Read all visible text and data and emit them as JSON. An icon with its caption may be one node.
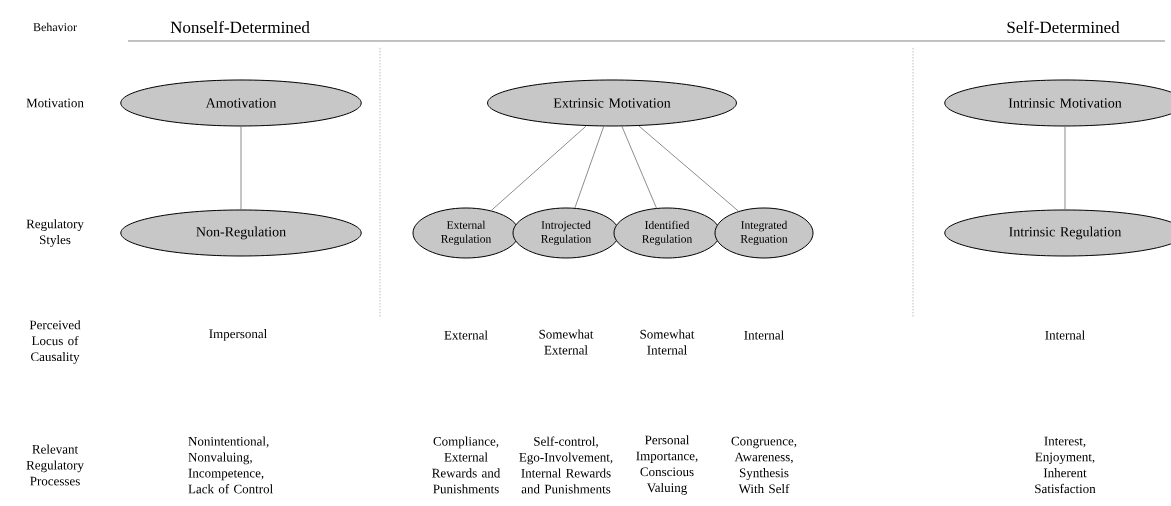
{
  "diagram": {
    "nodes": [
      {
        "text": [
          "Amotivation"
        ]
      },
      {
        "text": [
          "Extrinsic Motivation"
        ]
      },
      {
        "text": [
          "Intrinsic Motivation"
        ]
      },
      {
        "text": [
          "Non-Regulation"
        ]
      },
      {
        "text": [
          "External Regulation"
        ]
      },
      {
        "text": [
          "Introjected Regulation"
        ]
      },
      {
        "text": [
          "Identified Regulation"
        ]
      },
      {
        "text": [
          "Integrated Reguation"
        ]
      },
      {
        "text": [
          "Intrinsic Regulation"
        ]
      }
    ],
    "edges": [
      {
        "from": 0,
        "to": 3,
        "arrow": "none"
      },
      {
        "from": 1,
        "to": 4,
        "arrow": "none"
      },
      {
        "from": 1,
        "to": 5,
        "arrow": "none"
      },
      {
        "from": 1,
        "to": 6,
        "arrow": "none"
      },
      {
        "from": 1,
        "to": 7,
        "arrow": "none"
      },
      {
        "from": 2,
        "to": 8,
        "arrow": "none"
      }
    ],
    "labels": [
      "Behavior",
      "Nonself-Determined",
      "Self-Determined",
      "Motivation",
      "Regulatory Styles",
      "Perceived Locus of Causality",
      "Impersonal",
      "External",
      "Somewhat External",
      "Somewhat Internal",
      "Internal",
      "Internal",
      "Relevant Regulatory Processes",
      "Nonintentional, Nonvaluing, Incompetence, Lack of Control",
      "Compliance, External Rewards and Punishments",
      "Self-control, Ego-Involvement, Internal Rewards and Punishments",
      "Personal Importance, Conscious Valuing",
      "Congruence, Awareness, Synthesis With Self",
      "Interest, Enjoyment, Inherent Satisfaction"
    ]
  }
}
